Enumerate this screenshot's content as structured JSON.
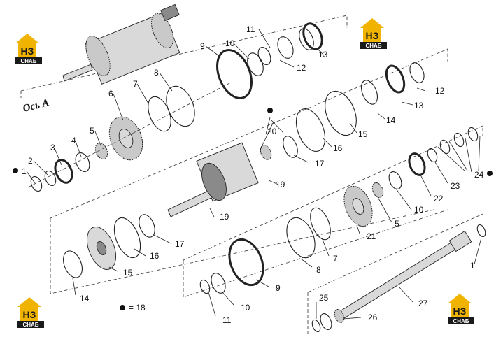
{
  "axis_label": "Ось А",
  "legend": {
    "symbol": "●",
    "text": "= 18"
  },
  "logo": {
    "mark": "НЗ",
    "caption": "СНАБ",
    "colors": {
      "roof": "#f0b400",
      "block": "#f0b400",
      "text_bg": "#1a1a1a",
      "mark_text": "#1a1a1a"
    }
  },
  "callouts": {
    "c1a": "1",
    "c2": "2",
    "c3": "3",
    "c4": "4",
    "c5a": "5",
    "c6": "6",
    "c7a": "7",
    "c8a": "8",
    "c9a": "9",
    "c10a": "10",
    "c11a": "11",
    "c12a": "12",
    "c13a": "13",
    "c12b": "12",
    "c13b": "13",
    "c14a": "14",
    "c15a": "15",
    "c16a": "16",
    "c17a": "17",
    "c20": "20",
    "c19a": "19",
    "c19b": "19",
    "c24": "24",
    "c23": "23",
    "c22": "22",
    "c10b": "10",
    "c5b": "5",
    "c21": "21",
    "c7b": "7",
    "c8b": "8",
    "c9b": "9",
    "c10c": "10",
    "c11b": "11",
    "c14b": "14",
    "c15b": "15",
    "c16b": "16",
    "c17b": "17",
    "c1b": "1",
    "c25": "25",
    "c26": "26",
    "c27": "27"
  }
}
